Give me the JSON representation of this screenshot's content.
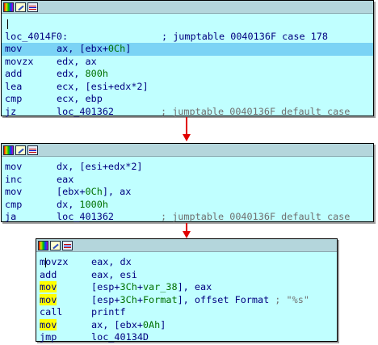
{
  "block1": {
    "label": "loc_4014F0:",
    "label_comment": "; jumptable 0040136F case 178",
    "lines": [
      {
        "mn": "mov",
        "op_a": "ax, [ebx+",
        "op_num": "0Ch",
        "op_b": "]"
      },
      {
        "mn": "movzx",
        "op_a": "edx, ax"
      },
      {
        "mn": "add",
        "op_a": "edx, ",
        "op_num": "800h"
      },
      {
        "mn": "lea",
        "op_a": "ecx, [esi+edx*2]"
      },
      {
        "mn": "cmp",
        "op_a": "ecx, ebp"
      },
      {
        "mn": "jz",
        "op_a": "loc_401362",
        "comment": "; jumptable 0040136F default case"
      }
    ]
  },
  "block2": {
    "lines": [
      {
        "mn": "mov",
        "op_a": "dx, [esi+edx*2]"
      },
      {
        "mn": "inc",
        "op_a": "eax"
      },
      {
        "mn": "mov",
        "op_a": "[ebx+",
        "op_num": "0Ch",
        "op_b": "], ax"
      },
      {
        "mn": "cmp",
        "op_a": "dx, ",
        "op_num": "1000h"
      },
      {
        "mn": "ja",
        "op_a": "loc_401362",
        "comment": "; jumptable 0040136F default case"
      }
    ]
  },
  "block3": {
    "lines": [
      {
        "mn": "movzx",
        "op_a": "eax, dx"
      },
      {
        "mn": "add",
        "op_a": "eax, esi"
      },
      {
        "mn": "mov",
        "op_a": "[esp+",
        "op_num": "3Ch",
        "op_b": "+",
        "op_var": "var_38",
        "op_c": "], eax"
      },
      {
        "mn": "mov",
        "op_a": "[esp+",
        "op_num": "3Ch",
        "op_b": "+",
        "op_var": "Format",
        "op_c": "], offset Format",
        "comment": " ; \"%s\""
      },
      {
        "mn": "call",
        "op_a": "printf"
      },
      {
        "mn": "mov",
        "op_a": "ax, [ebx+",
        "op_num": "0Ah",
        "op_b": "]"
      },
      {
        "mn": "jmp",
        "op_a": "loc_40134D"
      }
    ]
  },
  "colors": {
    "block_bg": "#c0ffff",
    "header_bg": "#b4d6dc",
    "selected_line": "#7bd3f5",
    "mnemonic_highlight": "#ffff00",
    "edge": "#e00000",
    "immediate": "#007000",
    "comment": "#707070",
    "var_ref": "#007000"
  },
  "icons": [
    "palette-icon",
    "edit-icon",
    "graph-icon"
  ]
}
